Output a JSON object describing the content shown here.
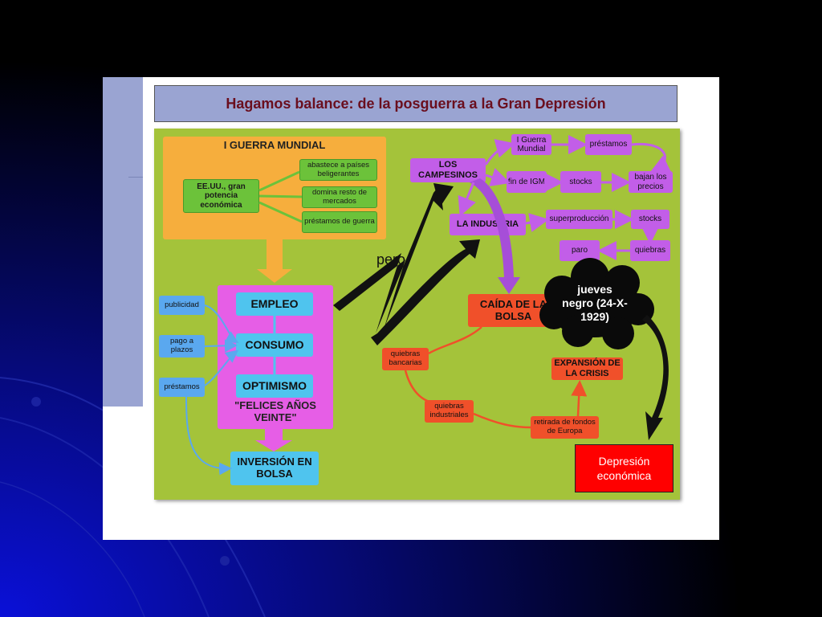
{
  "title": "Hagamos balance: de la posguerra a la Gran Depresión",
  "guerra": {
    "header": "I GUERRA MUNDIAL",
    "eeuu": "EE.UU., gran potencia económica",
    "abastece": "abastece a países beligerantes",
    "domina": "domina resto de mercados",
    "prestamos": "préstamos de guerra"
  },
  "felices": {
    "empleo": "EMPLEO",
    "consumo": "CONSUMO",
    "optimismo": "OPTIMISMO",
    "label": "\"FELICES AÑOS VEINTE\"",
    "publicidad": "publicidad",
    "pago": "pago a plazos",
    "prestamos": "préstamos",
    "inversion": "INVERSIÓN EN BOLSA"
  },
  "pero": "pero",
  "campesinos": {
    "label": "LOS CAMPESINOS",
    "guerra": "I Guerra Mundial",
    "prestamos": "préstamos",
    "fin": "fin de IGM",
    "stocks": "stocks",
    "bajan": "bajan los precios"
  },
  "industria": {
    "label": "LA INDUSTRIA",
    "superproduccion": "superproducción",
    "stocks": "stocks",
    "paro": "paro",
    "quiebras": "quiebras"
  },
  "caida": {
    "label": "CAÍDA DE LA BOLSA",
    "jueves": "jueves negro (24-X-1929)",
    "quiebras_bancarias": "quiebras bancarias",
    "quiebras_industriales": "quiebras industriales",
    "retirada": "retirada de fondos de Europa",
    "expansion": "EXPANSIÓN DE LA CRISIS"
  },
  "depresion": "Depresión económica"
}
